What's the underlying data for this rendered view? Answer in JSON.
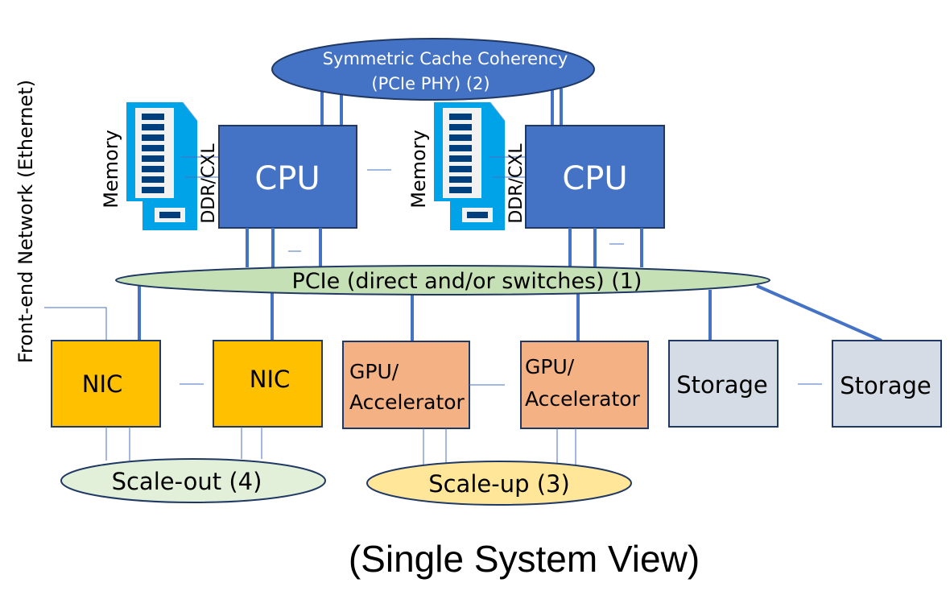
{
  "diagram": {
    "caption": "(Single System View)",
    "side_label": "Front-end Network (Ethernet)",
    "coherency_bus": {
      "line1": "Symmetric Cache Coherency",
      "line2": "(PCIe PHY)  (2)"
    },
    "pcie_bus": {
      "label": "PCIe (direct and/or switches) (1)"
    },
    "scale_out": {
      "label": "Scale-out (4)"
    },
    "scale_up": {
      "label": "Scale-up (3)"
    },
    "cpus": [
      {
        "label": "CPU"
      },
      {
        "label": "CPU"
      }
    ],
    "memory": [
      {
        "label": "Memory",
        "link_label": "DDR/CXL"
      },
      {
        "label": "Memory",
        "link_label": "DDR/CXL"
      }
    ],
    "nics": [
      {
        "label": "NIC"
      },
      {
        "label": "NIC"
      }
    ],
    "gpus": [
      {
        "line1": "GPU/",
        "line2": "Accelerator"
      },
      {
        "line1": "GPU/",
        "line2": "Accelerator"
      }
    ],
    "storage": [
      {
        "label": "Storage"
      },
      {
        "label": "Storage"
      }
    ],
    "colors": {
      "cpu": "#4472c4",
      "coherency": "#4472c4",
      "pcie": "#c5e0b4",
      "nic": "#ffc000",
      "gpu": "#f4b183",
      "storage": "#d6dce5",
      "scale_out": "#e2f0d9",
      "scale_up": "#ffe699",
      "memory": "#00a2e8",
      "link": "#4472c4",
      "outline": "#1f3864"
    }
  }
}
